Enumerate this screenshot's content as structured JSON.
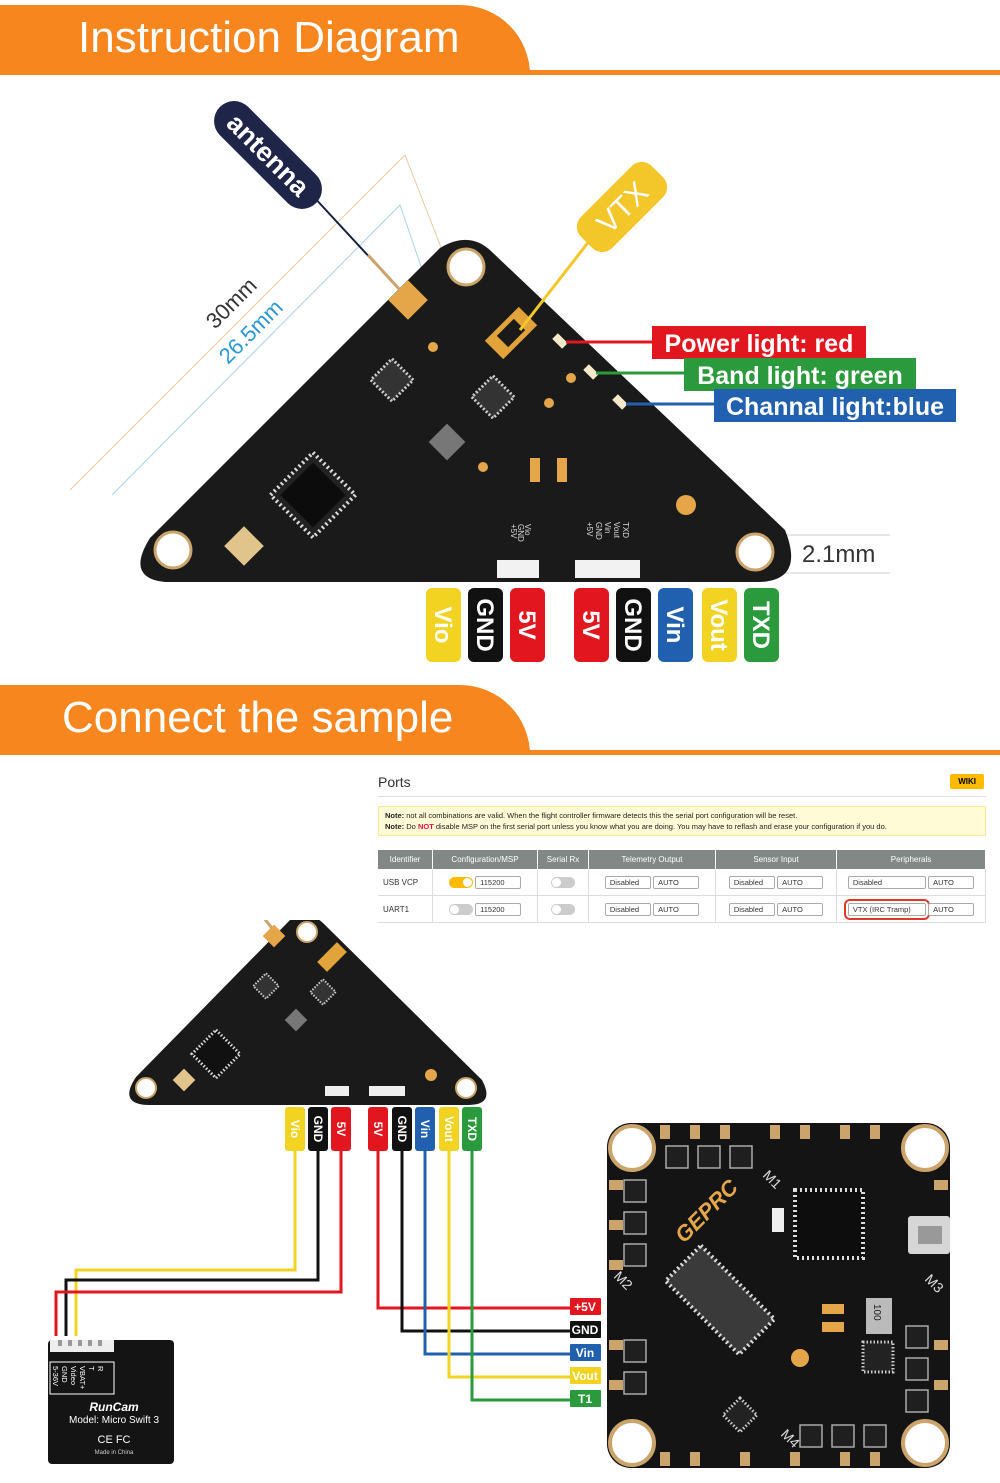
{
  "sections": {
    "instruction": "Instruction Diagram",
    "connect": "Connect the sample"
  },
  "diagram": {
    "antenna": "antenna",
    "vtx": "VTX",
    "dim_30": "30mm",
    "dim_26": "26.5mm",
    "dim_21": "2.1mm",
    "lights": [
      {
        "label": "Power light: red",
        "color": "#e2161f"
      },
      {
        "label": "Band light: green",
        "color": "#2a9a3c"
      },
      {
        "label": "Channal light:blue",
        "color": "#2060ae"
      }
    ],
    "left_pad_silk": [
      "+5V",
      "GND",
      "Vio"
    ],
    "right_pad_silk": [
      "+5V",
      "GND",
      "Vin",
      "Vout",
      "TXD"
    ],
    "pins": [
      {
        "label": "Vio",
        "color": "#f3d321",
        "text": "#ffffff"
      },
      {
        "label": "GND",
        "color": "#111111",
        "text": "#ffffff"
      },
      {
        "label": "5V",
        "color": "#e2161f",
        "text": "#ffffff"
      },
      {
        "label": "5V",
        "color": "#e2161f",
        "text": "#ffffff"
      },
      {
        "label": "GND",
        "color": "#111111",
        "text": "#ffffff"
      },
      {
        "label": "Vin",
        "color": "#2060ae",
        "text": "#ffffff"
      },
      {
        "label": "Vout",
        "color": "#f3d321",
        "text": "#ffffff"
      },
      {
        "label": "TXD",
        "color": "#2a9a3c",
        "text": "#ffffff"
      }
    ]
  },
  "ports": {
    "title": "Ports",
    "wiki": "WIKI",
    "note1_bold": "Note:",
    "note1": "not all combinations are valid. When the flight controller firmware detects this the serial port configuration will be reset.",
    "note2_bold": "Note:",
    "note2_pre": "Do",
    "note2_not": "NOT",
    "note2_post": "disable MSP on the first serial port unless you know what you are doing. You may have to reflash and erase your configuration if you do.",
    "headers": [
      "Identifier",
      "Configuration/MSP",
      "Serial Rx",
      "Telemetry Output",
      "Sensor Input",
      "Peripherals"
    ],
    "rows": [
      {
        "id": "USB VCP",
        "baud": "115200",
        "tele": "Disabled",
        "tele_auto": "AUTO",
        "sens": "Disabled",
        "sens_auto": "AUTO",
        "peri": "Disabled",
        "peri_auto": "AUTO"
      },
      {
        "id": "UART1",
        "baud": "115200",
        "tele": "Disabled",
        "tele_auto": "AUTO",
        "sens": "Disabled",
        "sens_auto": "AUTO",
        "peri": "VTX (IRC Tramp)",
        "peri_auto": "AUTO"
      }
    ]
  },
  "wiring": {
    "small_pins": [
      {
        "label": "Vio",
        "color": "#f3d321"
      },
      {
        "label": "GND",
        "color": "#111111"
      },
      {
        "label": "5V",
        "color": "#e2161f"
      },
      {
        "label": "5V",
        "color": "#e2161f"
      },
      {
        "label": "GND",
        "color": "#111111"
      },
      {
        "label": "Vin",
        "color": "#2060ae"
      },
      {
        "label": "Vout",
        "color": "#f3d321"
      },
      {
        "label": "TXD",
        "color": "#2a9a3c"
      }
    ],
    "fc_pads": [
      {
        "label": "+5V",
        "color": "#e2161f"
      },
      {
        "label": "GND",
        "color": "#111111"
      },
      {
        "label": "Vin",
        "color": "#2060ae"
      },
      {
        "label": "Vout",
        "color": "#f3d321"
      },
      {
        "label": "T1",
        "color": "#2a9a3c"
      }
    ],
    "fc_brand": "GEPRC",
    "motors": [
      "M1",
      "M2",
      "M3",
      "M4"
    ],
    "fc_chip": "100"
  },
  "camera": {
    "pins": [
      "5-36V",
      "GND",
      "Video",
      "VBAT+",
      "T",
      "R"
    ],
    "brand": "RunCam",
    "model": "Model: Micro Swift 3",
    "cert": "CE FC",
    "made": "Made in China"
  }
}
